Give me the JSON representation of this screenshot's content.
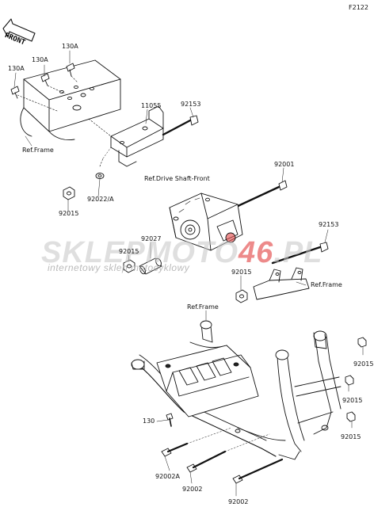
{
  "diagram_code": "F2122",
  "front_arrow": "FRONT",
  "watermark": {
    "part1": "SKLEP",
    "part2": "MOTO",
    "part3": "46",
    "part4": ".PL",
    "subtitle": "internetowy sklep motocyklowy"
  },
  "labels": {
    "130a_top": "130A",
    "130a_mid": "130A",
    "130a_left": "130A",
    "11055": "11055",
    "92153_top": "92153",
    "ref_frame_left": "Ref.Frame",
    "92022a": "92022/A",
    "92015_left": "92015",
    "ref_drive_shaft": "Ref.Drive Shaft-Front",
    "92001": "92001",
    "92027": "92027",
    "92015_mid": "92015",
    "92153_right": "92153",
    "92015_right": "92015",
    "ref_frame_right": "Ref.Frame",
    "ref_frame_bottom": "Ref.Frame",
    "92015_b1": "92015",
    "92015_b2": "92015",
    "92015_b3": "92015",
    "130": "130",
    "92002a": "92002A",
    "92002_a": "92002",
    "92002_b": "92002"
  }
}
